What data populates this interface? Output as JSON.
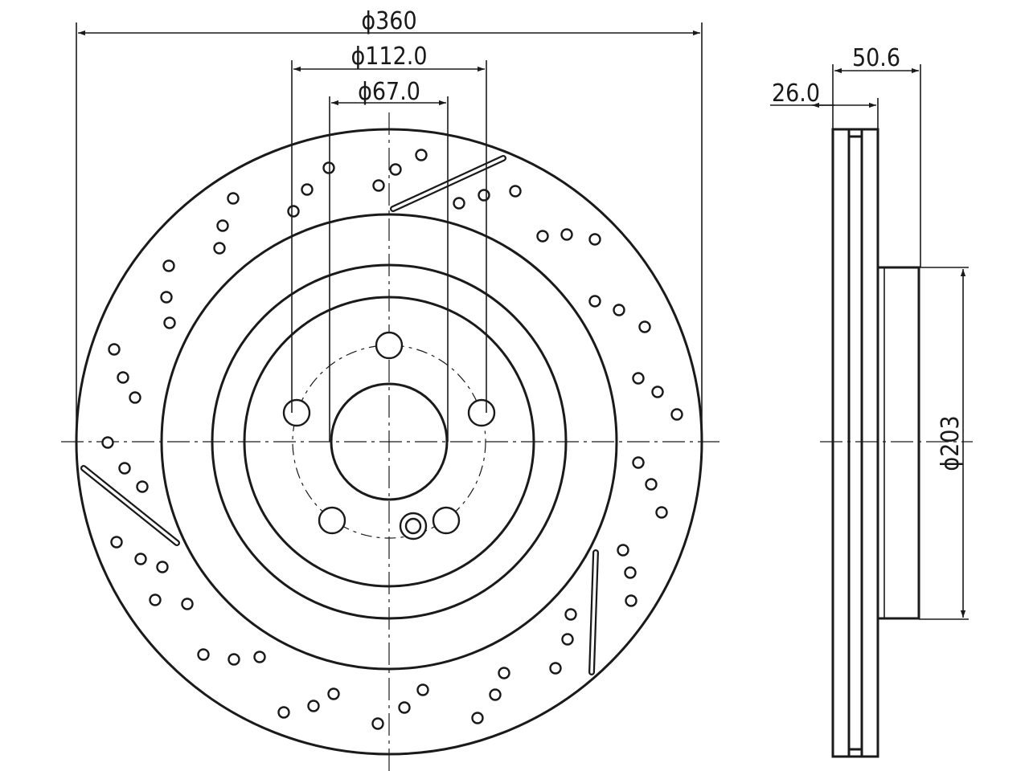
{
  "front_view": {
    "dims": {
      "outer_diameter": "ϕ360",
      "bolt_circle_diameter": "ϕ112.0",
      "center_bore_diameter": "ϕ67.0"
    }
  },
  "side_view": {
    "dims": {
      "overall_thickness": "50.6",
      "disc_thickness": "26.0",
      "hat_diameter": "ϕ203"
    }
  }
}
